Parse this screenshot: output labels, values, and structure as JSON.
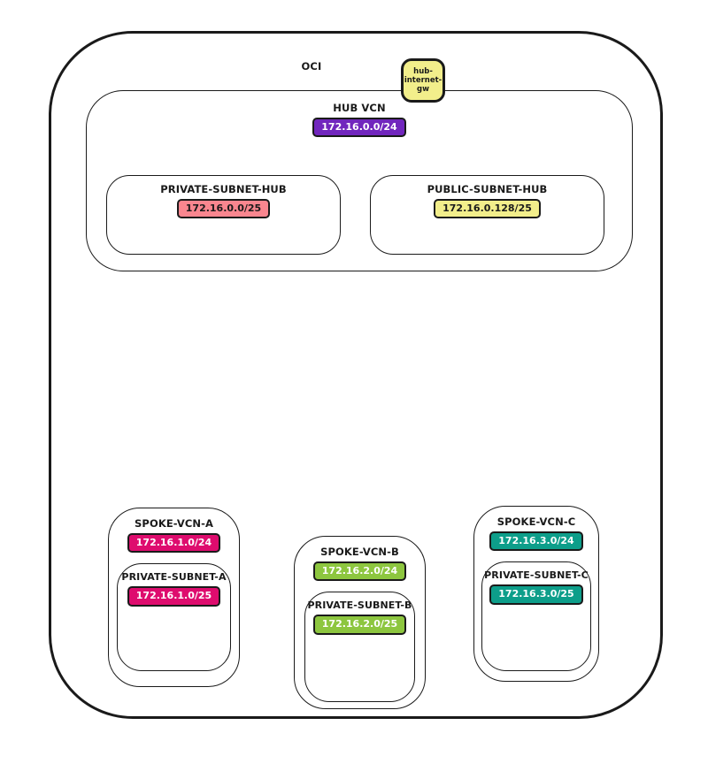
{
  "colors": {
    "border": "#1a1a1a",
    "hub_vcn_cidr": "#7126bd",
    "private_subnet_hub_cidr": "#f9868f",
    "public_subnet_hub_cidr": "#f2ee8b",
    "gateway": "#f2ee8b",
    "spoke_a_cidr": "#de0c6e",
    "spoke_b_cidr": "#8dc63f",
    "spoke_c_cidr": "#0d9e8a"
  },
  "cloud": {
    "label": "OCI"
  },
  "gateway": {
    "label": "hub-internet-gw"
  },
  "hub_vcn": {
    "label": "HUB VCN",
    "cidr": "172.16.0.0/24",
    "subnets": [
      {
        "label": "PRIVATE-SUBNET-HUB",
        "cidr": "172.16.0.0/25"
      },
      {
        "label": "PUBLIC-SUBNET-HUB",
        "cidr": "172.16.0.128/25"
      }
    ]
  },
  "spokes": [
    {
      "label": "SPOKE-VCN-A",
      "cidr": "172.16.1.0/24",
      "subnet": {
        "label": "PRIVATE-SUBNET-A",
        "cidr": "172.16.1.0/25"
      }
    },
    {
      "label": "SPOKE-VCN-B",
      "cidr": "172.16.2.0/24",
      "subnet": {
        "label": "PRIVATE-SUBNET-B",
        "cidr": "172.16.2.0/25"
      }
    },
    {
      "label": "SPOKE-VCN-C",
      "cidr": "172.16.3.0/24",
      "subnet": {
        "label": "PRIVATE-SUBNET-C",
        "cidr": "172.16.3.0/25"
      }
    }
  ]
}
